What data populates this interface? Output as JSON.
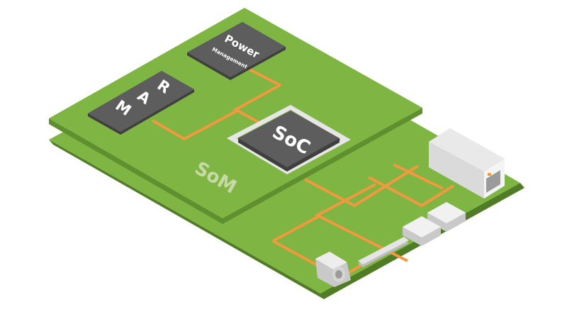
{
  "diagram": {
    "board_label": "SoM",
    "soc_label": "SoC",
    "ram_letters": [
      "R",
      "A",
      "M"
    ],
    "power_title": "Power",
    "power_subtitle": "Management"
  },
  "colors": {
    "board": "#7fb542",
    "board_dark": "#5f8f2f",
    "board_edge": "#4f7c25",
    "chip": "#5d5d5d",
    "chip_dark": "#3f3f3f",
    "chip_text": "#ffffff",
    "trace": "#f0993e",
    "pin": "#e6e6e6",
    "connector": "#e9e9e9",
    "connector_shadow": "#c9c9c9",
    "som_text": "#c8d9a8"
  }
}
